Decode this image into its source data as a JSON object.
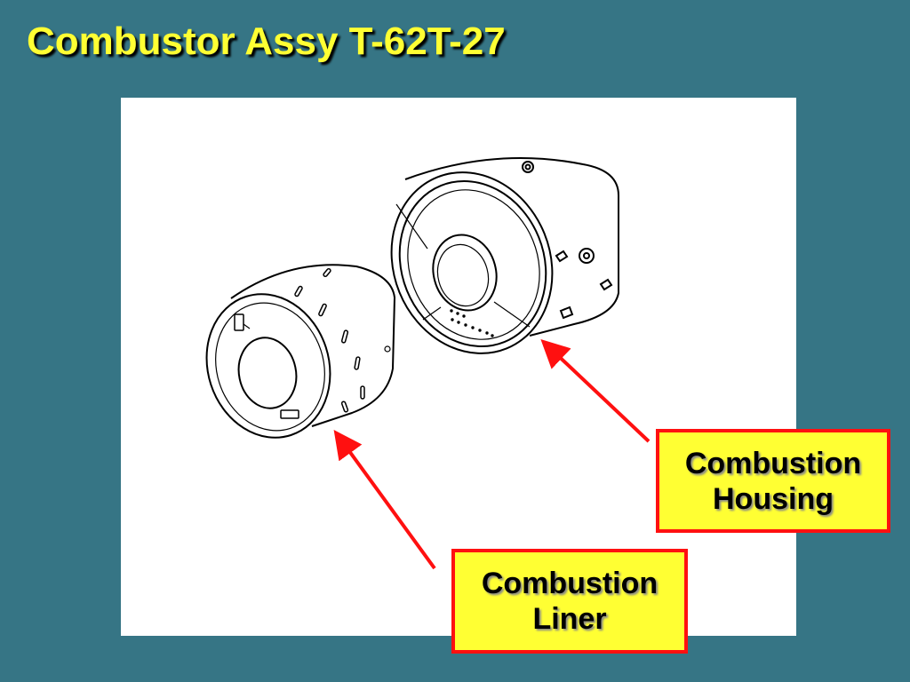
{
  "slide": {
    "title": "Combustor Assy T-62T-27"
  },
  "callouts": {
    "housing": {
      "line1": "Combustion",
      "line2": "Housing"
    },
    "liner": {
      "line1": "Combustion",
      "line2": "Liner"
    }
  },
  "colors": {
    "background": "#367585",
    "title": "#ffff33",
    "callout_fill": "#ffff33",
    "callout_border": "#ff1010",
    "arrow": "#ff1010"
  }
}
